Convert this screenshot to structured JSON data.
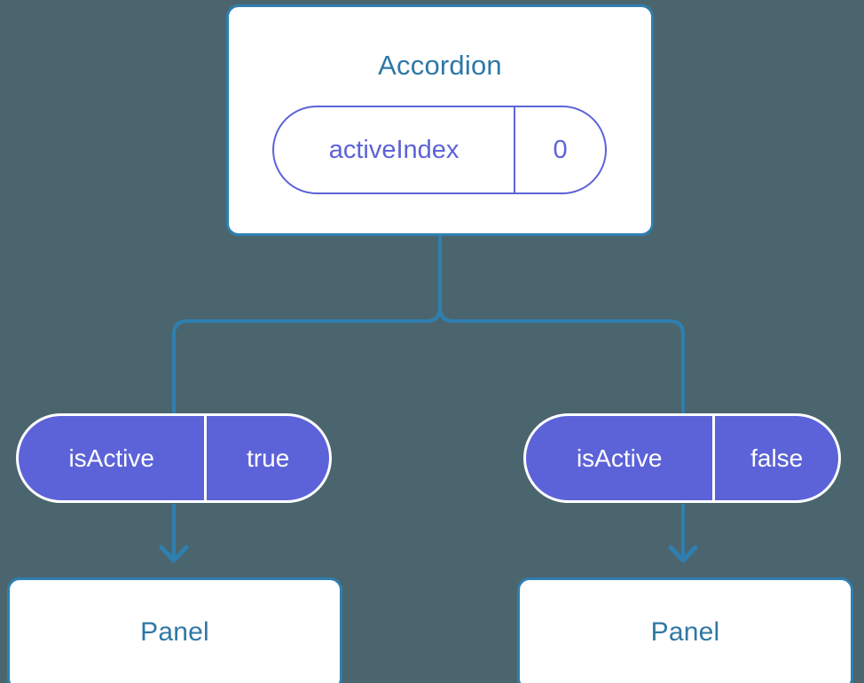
{
  "theme": {
    "background": "#4a656e",
    "card_border": "#2f7fb0",
    "card_fill": "#ffffff",
    "title_text": "#2e78a6",
    "pill_accent": "#5c63d8",
    "pill_outline_text": "#5c63d8",
    "pill_filled_text": "#ffffff",
    "connector": "#2f7fb0"
  },
  "diagram": {
    "type": "component-tree",
    "root": {
      "title": "Accordion",
      "state_pill": {
        "key": "activeIndex",
        "value": "0"
      }
    },
    "branches": [
      {
        "prop_pill": {
          "key": "isActive",
          "value": "true"
        },
        "child": {
          "title": "Panel"
        }
      },
      {
        "prop_pill": {
          "key": "isActive",
          "value": "false"
        },
        "child": {
          "title": "Panel"
        }
      }
    ]
  }
}
